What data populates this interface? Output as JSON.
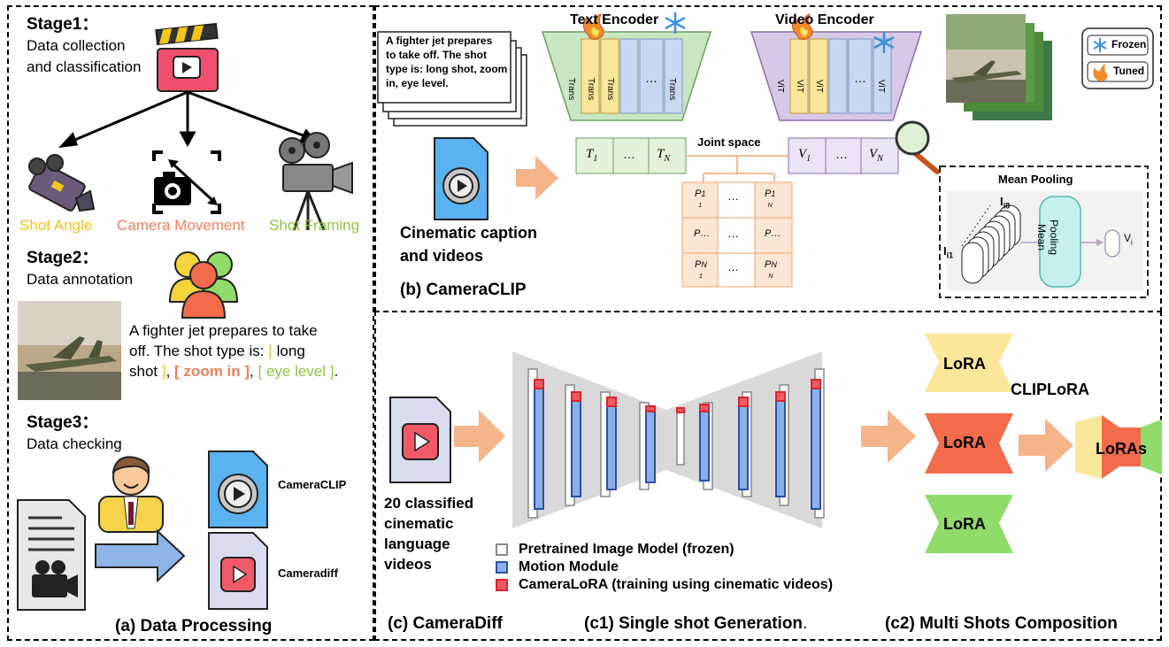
{
  "panel_a": {
    "stage1_title": "Stage1：",
    "stage1_sub_line1": "Data collection",
    "stage1_sub_line2": "and classification",
    "shot_angle": "Shot Angle",
    "camera_movement": "Camera Movement",
    "shot_framing": "Shot Framing",
    "stage2_title": "Stage2：",
    "stage2_sub": "Data annotation",
    "annotation_line1": "A fighter jet prepares to take",
    "annotation_line2_prefix": "off. The shot type is: ",
    "annotation_bracket_open": "[",
    "annotation_long": " long",
    "annotation_shot": "shot ",
    "annotation_bracket_close": "]",
    "annotation_comma1": ", ",
    "annotation_zoom": "[ zoom in ]",
    "annotation_comma2": ", ",
    "annotation_eye": "[ eye level ]",
    "annotation_period": ".",
    "stage3_title": "Stage3：",
    "stage3_sub": "Data checking",
    "cameraclip_label": "CameraCLIP",
    "cameradiff_label": "Cameradiff",
    "caption": "(a) Data Processing",
    "colors": {
      "shot_angle": "#f5c518",
      "camera_movement": "#f07f5a",
      "shot_framing": "#8cc63f",
      "zoom": "#f07f5a"
    }
  },
  "panel_b": {
    "card_text_line1": "A fighter jet prepares",
    "card_text_line2": "to take off. The shot",
    "card_text_line3": "type is: long shot, zoom",
    "card_text_line4": "in, eye level.",
    "text_encoder": "Text Encoder",
    "video_encoder": "Video Encoder",
    "trans": "Trans",
    "vit": "ViT",
    "ellipsis": "…",
    "t1": "T",
    "t1_sub": "1",
    "tn": "T",
    "tn_sub": "N",
    "v1": "V",
    "v1_sub": "1",
    "vn": "V",
    "vn_sub": "N",
    "joint_space": "Joint space",
    "p11": "P",
    "p11_sup": "1",
    "p11_sub": "1",
    "p1n": "P",
    "p1n_sup": "1",
    "p1n_sub": "N",
    "p_dots_left": "P…",
    "p_dots_right": "P…",
    "pn1": "P",
    "pn1_sup": "N",
    "pn1_sub": "1",
    "pnn": "P",
    "pnn_sup": "N",
    "pnn_sub": "N",
    "cine_line1": "Cinematic caption",
    "cine_line2": "and videos",
    "caption": "(b) CameraCLIP",
    "legend_frozen": "Frozen",
    "legend_tuned": "Tuned",
    "mean_pooling_title": "Mean Pooling",
    "i_top": "I",
    "i_top_sub": "i8",
    "i_bottom": "I",
    "i_bottom_sub": "i1",
    "pooling_label": "Mean\nPooling",
    "pooling_line1": "Pooling",
    "pooling_line2": "Mean",
    "vi": "V",
    "vi_sub": "i"
  },
  "panel_c": {
    "videos_line1": "20 classified",
    "videos_line2": "cinematic",
    "videos_line3": "language",
    "videos_line4": "videos",
    "legend_pretrained": "Pretrained Image Model (frozen)",
    "legend_motion": "Motion Module",
    "legend_cameralora": "CameraLoRA (training using cinematic videos)",
    "lora1": "LoRA",
    "lora2": "LoRA",
    "lora3": "LoRA",
    "cliplora": "CLIPLoRA",
    "loras": "LoRAs",
    "caption_c": "(c) CameraDiff",
    "caption_c1": "(c1) Single shot Generation",
    "caption_c1_period": ".",
    "caption_c2": "(c2) Multi Shots Composition",
    "colors": {
      "lora_yellow": "#fbe79a",
      "lora_orange": "#f26b4a",
      "lora_green": "#8fdc6a",
      "motion_blue": "#2b4fa8",
      "cameralora_red": "#d9262f"
    }
  }
}
